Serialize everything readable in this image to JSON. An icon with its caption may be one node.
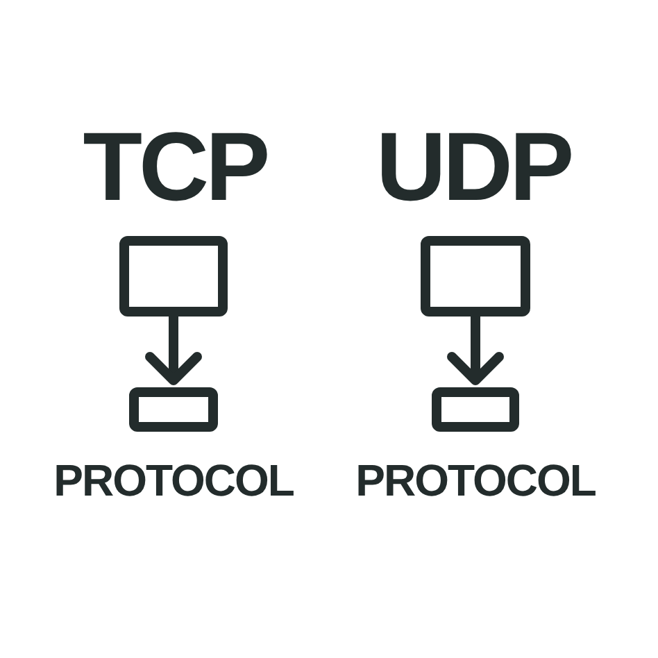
{
  "diagram": {
    "nodes": [
      {
        "text": [],
        "shape": "box"
      },
      {
        "text": [],
        "shape": "box",
        "beside": [
          "PROTOCOL"
        ]
      },
      {
        "text": [],
        "shape": "box"
      },
      {
        "text": [],
        "shape": "box",
        "beside": [
          "PROTOCOL"
        ]
      }
    ],
    "edges": [
      {
        "from": 0,
        "to": 1,
        "arrow": "to"
      },
      {
        "from": 2,
        "to": 3,
        "arrow": "to"
      }
    ],
    "labels": [
      "TCP",
      "UDP"
    ]
  }
}
